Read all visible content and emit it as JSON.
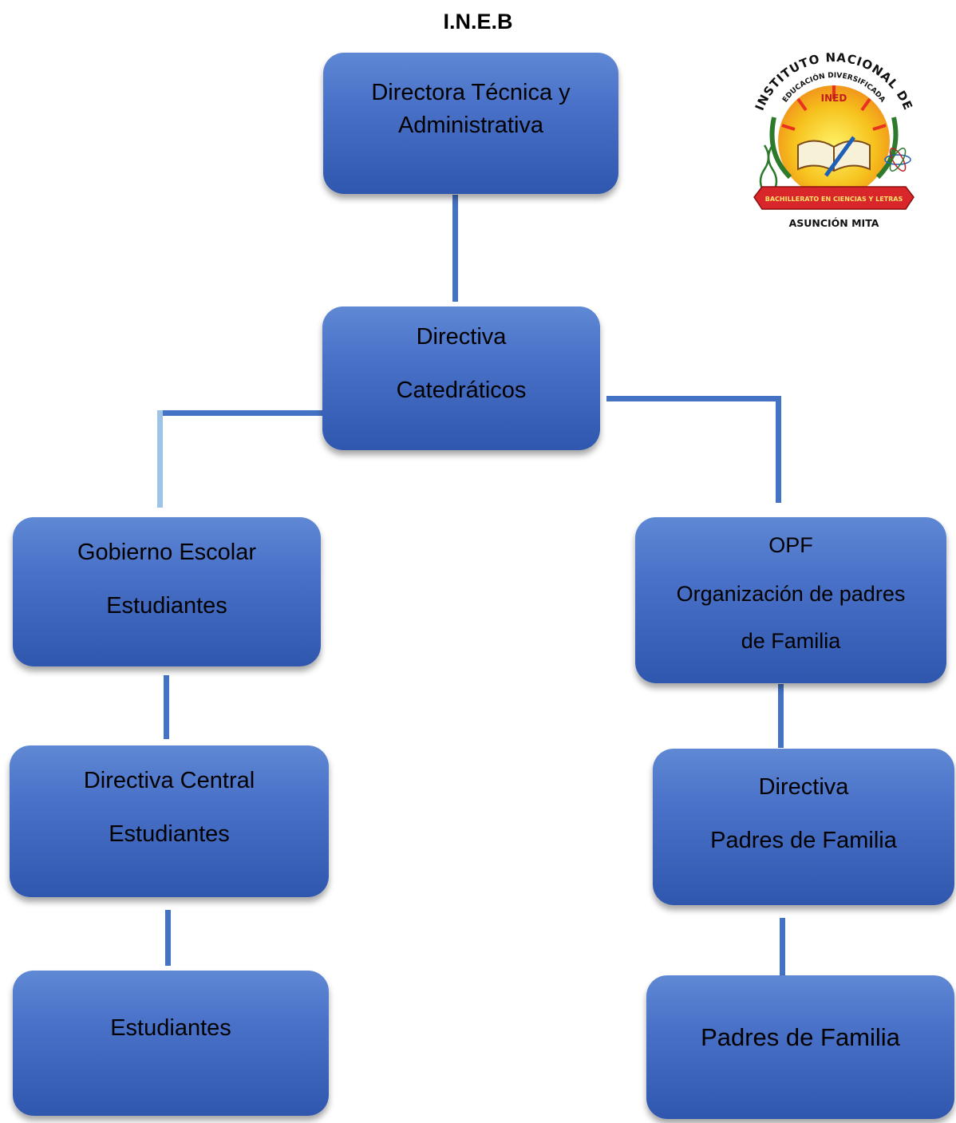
{
  "title": "I.N.E.B",
  "nodes": {
    "director": {
      "line1": "Directora Técnica y",
      "line2": "Administrativa"
    },
    "directiva_catedraticos": {
      "line1": "Directiva",
      "line2": "Catedráticos"
    },
    "gobierno_escolar": {
      "line1": "Gobierno Escolar",
      "line2": "Estudiantes"
    },
    "directiva_central": {
      "line1": "Directiva Central",
      "line2": "Estudiantes"
    },
    "estudiantes": {
      "line1": "Estudiantes"
    },
    "opf": {
      "line1": "OPF",
      "line2": "Organización de padres",
      "line3": "de Familia"
    },
    "directiva_padres": {
      "line1": "Directiva",
      "line2": "Padres de Familia"
    },
    "padres_familia": {
      "line1": "Padres de Familia"
    }
  },
  "logo": {
    "arc_text": "INSTITUTO NACIONAL DE",
    "inner_arc_text": "EDUCACIÓN DIVERSIFICADA",
    "badge": "INED",
    "ribbon": "BACHILLERATO EN CIENCIAS Y LETRAS",
    "location": "ASUNCIÓN MITA"
  },
  "colors": {
    "box": "#4472c4",
    "connector": "#4472c4",
    "connector_light": "#9dc3e6"
  }
}
